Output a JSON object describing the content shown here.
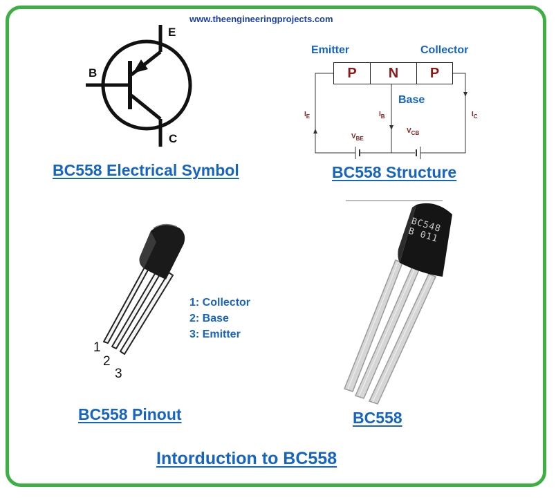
{
  "website": "www.theengineeringprojects.com",
  "symbol": {
    "caption": "BC558 Electrical Symbol",
    "label_e": "E",
    "label_b": "B",
    "label_c": "C"
  },
  "structure": {
    "caption": "BC558 Structure",
    "emitter_label": "Emitter",
    "collector_label": "Collector",
    "base_label": "Base",
    "layers": [
      "P",
      "N",
      "P"
    ],
    "currents": {
      "ie": "I",
      "ie_sub": "E",
      "ib": "I",
      "ib_sub": "B",
      "ic": "I",
      "ic_sub": "C"
    },
    "voltages": {
      "vbe": "V",
      "vbe_sub": "BE",
      "vcb": "V",
      "vcb_sub": "CB"
    }
  },
  "pinout": {
    "caption": "BC558 Pinout",
    "pin_numbers": [
      "1",
      "2",
      "3"
    ],
    "pins": [
      "1: Collector",
      "2: Base",
      "3: Emitter"
    ]
  },
  "photo": {
    "caption": "BC558",
    "marking_line1": "BC548",
    "marking_line2": "B 011"
  },
  "title": "Intorduction to BC558",
  "colors": {
    "frame": "#3cb043",
    "caption": "#1565c0",
    "layer_text": "#8b1a1a"
  }
}
